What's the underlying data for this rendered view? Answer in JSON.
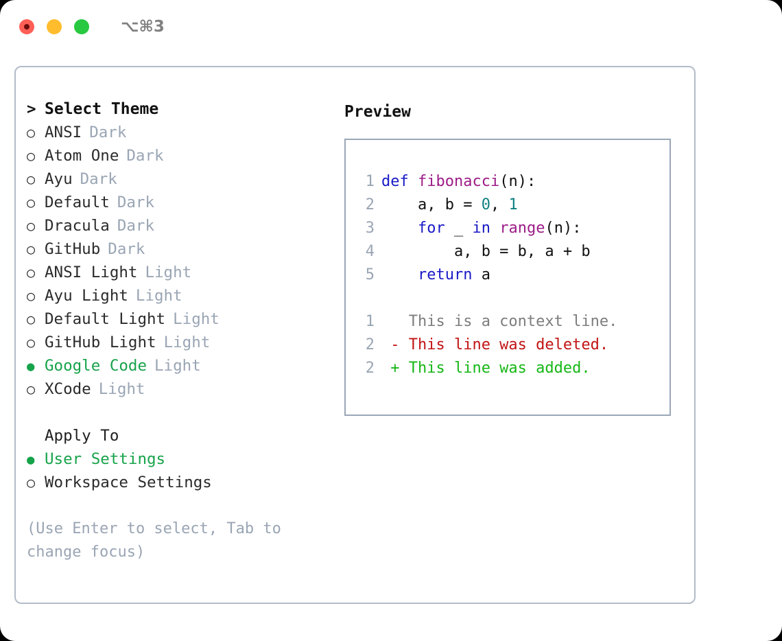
{
  "titlebar": {
    "shortcut": "⌥⌘3",
    "buttons": [
      {
        "name": "close",
        "color": "#ff5f57"
      },
      {
        "name": "minimize",
        "color": "#ffbd2e"
      },
      {
        "name": "maximize",
        "color": "#28c840"
      }
    ]
  },
  "theme_picker": {
    "caret": ">",
    "heading": "Select Theme",
    "bullet_unselected": "○",
    "bullet_selected": "●",
    "items": [
      {
        "label": "ANSI",
        "variant": "Dark",
        "selected": false
      },
      {
        "label": "Atom One",
        "variant": "Dark",
        "selected": false
      },
      {
        "label": "Ayu",
        "variant": "Dark",
        "selected": false
      },
      {
        "label": "Default",
        "variant": "Dark",
        "selected": false
      },
      {
        "label": "Dracula",
        "variant": "Dark",
        "selected": false
      },
      {
        "label": "GitHub",
        "variant": "Dark",
        "selected": false
      },
      {
        "label": "ANSI Light",
        "variant": "Light",
        "selected": false
      },
      {
        "label": "Ayu Light",
        "variant": "Light",
        "selected": false
      },
      {
        "label": "Default Light",
        "variant": "Light",
        "selected": false
      },
      {
        "label": "GitHub Light",
        "variant": "Light",
        "selected": false
      },
      {
        "label": "Google Code",
        "variant": "Light",
        "selected": true
      },
      {
        "label": "XCode",
        "variant": "Light",
        "selected": false
      }
    ]
  },
  "apply_to": {
    "heading": "Apply To",
    "items": [
      {
        "label": "User Settings",
        "selected": true
      },
      {
        "label": "Workspace Settings",
        "selected": false
      }
    ]
  },
  "hint": "(Use Enter to select, Tab to change focus)",
  "preview": {
    "title": "Preview",
    "code_lines": [
      {
        "number": "1",
        "tokens": [
          {
            "text": "def ",
            "kind": "kw"
          },
          {
            "text": "fibonacci",
            "kind": "fn"
          },
          {
            "text": "(n):",
            "kind": "plain"
          }
        ]
      },
      {
        "number": "2",
        "tokens": [
          {
            "text": "    a, b = ",
            "kind": "plain"
          },
          {
            "text": "0",
            "kind": "num"
          },
          {
            "text": ", ",
            "kind": "plain"
          },
          {
            "text": "1",
            "kind": "num"
          }
        ]
      },
      {
        "number": "3",
        "tokens": [
          {
            "text": "    ",
            "kind": "plain"
          },
          {
            "text": "for",
            "kind": "kw"
          },
          {
            "text": " _ ",
            "kind": "plain"
          },
          {
            "text": "in",
            "kind": "kw"
          },
          {
            "text": " ",
            "kind": "plain"
          },
          {
            "text": "range",
            "kind": "fn"
          },
          {
            "text": "(n):",
            "kind": "plain"
          }
        ]
      },
      {
        "number": "4",
        "tokens": [
          {
            "text": "        a, b = b, a + b",
            "kind": "plain"
          }
        ]
      },
      {
        "number": "5",
        "tokens": [
          {
            "text": "    ",
            "kind": "plain"
          },
          {
            "text": "return",
            "kind": "kw"
          },
          {
            "text": " a",
            "kind": "plain"
          }
        ]
      }
    ],
    "diff_lines": [
      {
        "number": "1",
        "sign": " ",
        "text": "This is a context line.",
        "kind": "ctx"
      },
      {
        "number": "2",
        "sign": "-",
        "text": "This line was deleted.",
        "kind": "del"
      },
      {
        "number": "2",
        "sign": "+",
        "text": "This line was added.",
        "kind": "add"
      }
    ]
  },
  "colors": {
    "accent_green": "#16a34a",
    "muted": "#9aa5b4",
    "keyword": "#1919c6",
    "function": "#9c1c87",
    "number": "#0e7f7f",
    "diff_context": "#7d7d7d",
    "diff_deleted": "#c21414",
    "diff_added": "#16b716",
    "card_border": "#b2bcc8",
    "preview_border": "#9aa7b6"
  }
}
